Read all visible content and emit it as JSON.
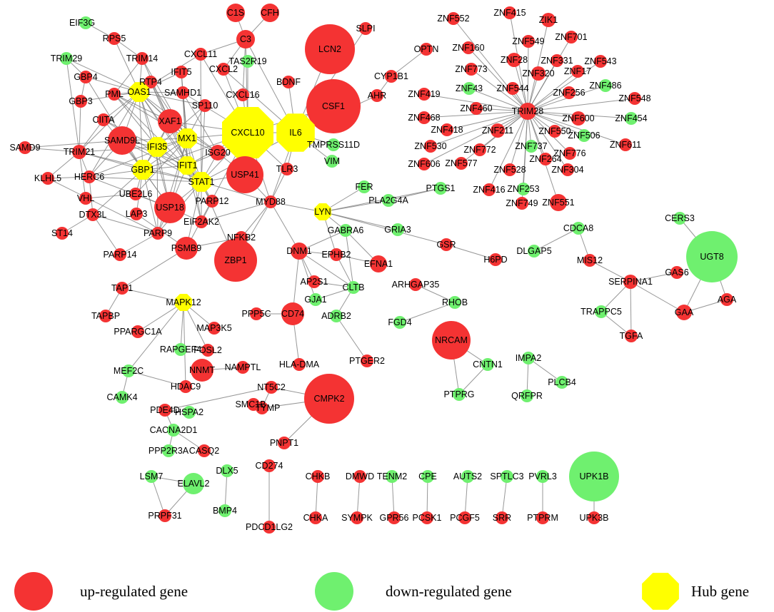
{
  "colors": {
    "up": "#f43333",
    "down": "#6ff06f",
    "hub": "#ffff00",
    "edge": "#7d7d7d"
  },
  "legend": [
    {
      "type": "up",
      "label": "up-regulated gene",
      "shape": "circle"
    },
    {
      "type": "down",
      "label": "down-regulated gene",
      "shape": "circle"
    },
    {
      "type": "hub",
      "label": "Hub gene",
      "shape": "octagon"
    }
  ],
  "nodes": [
    {
      "id": "EIF3G",
      "type": "down"
    },
    {
      "id": "RPS5",
      "type": "up"
    },
    {
      "id": "TRIM29",
      "type": "down"
    },
    {
      "id": "TRIM14",
      "type": "up"
    },
    {
      "id": "GBP4",
      "type": "up"
    },
    {
      "id": "RTP4",
      "type": "up"
    },
    {
      "id": "IFIT5",
      "type": "up"
    },
    {
      "id": "GBP3",
      "type": "up"
    },
    {
      "id": "PML",
      "type": "up"
    },
    {
      "id": "OAS1",
      "type": "hub"
    },
    {
      "id": "CIITA",
      "type": "up"
    },
    {
      "id": "XAF1",
      "type": "up"
    },
    {
      "id": "SAMHD1",
      "type": "up"
    },
    {
      "id": "SP110",
      "type": "up"
    },
    {
      "id": "SAMD9",
      "type": "up"
    },
    {
      "id": "SAMD9L",
      "type": "up"
    },
    {
      "id": "MX1",
      "type": "hub"
    },
    {
      "id": "IFI35",
      "type": "hub"
    },
    {
      "id": "TRIM21",
      "type": "up"
    },
    {
      "id": "ISG20",
      "type": "up"
    },
    {
      "id": "GBP1",
      "type": "hub"
    },
    {
      "id": "IFIT1",
      "type": "hub"
    },
    {
      "id": "KLHL5",
      "type": "up"
    },
    {
      "id": "HERC6",
      "type": "up"
    },
    {
      "id": "STAT1",
      "type": "hub"
    },
    {
      "id": "VHL",
      "type": "up"
    },
    {
      "id": "UBE2L6",
      "type": "up"
    },
    {
      "id": "USP18",
      "type": "up"
    },
    {
      "id": "PARP12",
      "type": "up"
    },
    {
      "id": "DTX3L",
      "type": "up"
    },
    {
      "id": "LAP3",
      "type": "up"
    },
    {
      "id": "EIF2AK2",
      "type": "up"
    },
    {
      "id": "ST14",
      "type": "up"
    },
    {
      "id": "PARP9",
      "type": "up"
    },
    {
      "id": "PARP14",
      "type": "up"
    },
    {
      "id": "PSMB9",
      "type": "up"
    },
    {
      "id": "NFKB2",
      "type": "up"
    },
    {
      "id": "TAP1",
      "type": "up"
    },
    {
      "id": "TAPBP",
      "type": "up"
    },
    {
      "id": "MAPK12",
      "type": "hub"
    },
    {
      "id": "PPARGC1A",
      "type": "up"
    },
    {
      "id": "MAP3K5",
      "type": "up"
    },
    {
      "id": "RAPGEF4",
      "type": "down"
    },
    {
      "id": "FOSL2",
      "type": "up"
    },
    {
      "id": "MEF2C",
      "type": "down"
    },
    {
      "id": "NNMT",
      "type": "up"
    },
    {
      "id": "HDAC9",
      "type": "up"
    },
    {
      "id": "NAMPTL",
      "type": "up"
    },
    {
      "id": "CAMK4",
      "type": "down"
    },
    {
      "id": "PDE4D",
      "type": "up"
    },
    {
      "id": "HSPA2",
      "type": "down"
    },
    {
      "id": "SMC1B",
      "type": "up"
    },
    {
      "id": "TYMP",
      "type": "up"
    },
    {
      "id": "NT5C2",
      "type": "up"
    },
    {
      "id": "CMPK2",
      "type": "up"
    },
    {
      "id": "CACNA2D1",
      "type": "down"
    },
    {
      "id": "PPP2R3A",
      "type": "down"
    },
    {
      "id": "CASQ2",
      "type": "up"
    },
    {
      "id": "PNPT1",
      "type": "up"
    },
    {
      "id": "C1S",
      "type": "up"
    },
    {
      "id": "CFH",
      "type": "up"
    },
    {
      "id": "C3",
      "type": "up"
    },
    {
      "id": "CXCL11",
      "type": "up"
    },
    {
      "id": "TAS2R19",
      "type": "down"
    },
    {
      "id": "CXCL2",
      "type": "up"
    },
    {
      "id": "CXCL16",
      "type": "up"
    },
    {
      "id": "BDNF",
      "type": "up"
    },
    {
      "id": "LCN2",
      "type": "up"
    },
    {
      "id": "SLPI",
      "type": "up"
    },
    {
      "id": "CSF1",
      "type": "up"
    },
    {
      "id": "CXCL10",
      "type": "hub"
    },
    {
      "id": "IL6",
      "type": "hub"
    },
    {
      "id": "TMPRSS11D",
      "type": "down"
    },
    {
      "id": "VIM",
      "type": "down"
    },
    {
      "id": "USP41",
      "type": "up"
    },
    {
      "id": "TLR3",
      "type": "up"
    },
    {
      "id": "MYD88",
      "type": "up"
    },
    {
      "id": "ZBP1",
      "type": "up"
    },
    {
      "id": "CYP1B1",
      "type": "up"
    },
    {
      "id": "AHR",
      "type": "up"
    },
    {
      "id": "OPTN",
      "type": "up"
    },
    {
      "id": "FER",
      "type": "down"
    },
    {
      "id": "PLA2G4A",
      "type": "down"
    },
    {
      "id": "PTGS1",
      "type": "down"
    },
    {
      "id": "LYN",
      "type": "hub"
    },
    {
      "id": "GABRA6",
      "type": "down"
    },
    {
      "id": "GRIA3",
      "type": "down"
    },
    {
      "id": "DNM1",
      "type": "up"
    },
    {
      "id": "EPHB2",
      "type": "up"
    },
    {
      "id": "EFNA1",
      "type": "up"
    },
    {
      "id": "GSR",
      "type": "up"
    },
    {
      "id": "H6PD",
      "type": "up"
    },
    {
      "id": "AP2S1",
      "type": "up"
    },
    {
      "id": "CLTB",
      "type": "down"
    },
    {
      "id": "GJA1",
      "type": "down"
    },
    {
      "id": "ARHGAP35",
      "type": "up"
    },
    {
      "id": "RHOB",
      "type": "down"
    },
    {
      "id": "PPP5C",
      "type": "up"
    },
    {
      "id": "CD74",
      "type": "up"
    },
    {
      "id": "ADRB2",
      "type": "down"
    },
    {
      "id": "FGD4",
      "type": "down"
    },
    {
      "id": "HLA-DMA",
      "type": "up"
    },
    {
      "id": "PTGER2",
      "type": "up"
    },
    {
      "id": "NRCAM",
      "type": "up"
    },
    {
      "id": "CNTN1",
      "type": "down"
    },
    {
      "id": "PTPRG",
      "type": "down"
    },
    {
      "id": "IMPA2",
      "type": "down"
    },
    {
      "id": "PLCB4",
      "type": "down"
    },
    {
      "id": "QRFPR",
      "type": "down"
    },
    {
      "id": "CERS3",
      "type": "down"
    },
    {
      "id": "CDCA8",
      "type": "down"
    },
    {
      "id": "DLGAP5",
      "type": "down"
    },
    {
      "id": "MIS12",
      "type": "up"
    },
    {
      "id": "UGT8",
      "type": "down"
    },
    {
      "id": "GAS6",
      "type": "up"
    },
    {
      "id": "SERPINA1",
      "type": "up"
    },
    {
      "id": "TRAPPC5",
      "type": "down"
    },
    {
      "id": "GAA",
      "type": "up"
    },
    {
      "id": "AGA",
      "type": "up"
    },
    {
      "id": "TGFA",
      "type": "up"
    },
    {
      "id": "ZNF552",
      "type": "up"
    },
    {
      "id": "ZNF415",
      "type": "up"
    },
    {
      "id": "ZIK1",
      "type": "up"
    },
    {
      "id": "ZNF160",
      "type": "up"
    },
    {
      "id": "ZNF549",
      "type": "up"
    },
    {
      "id": "ZNF701",
      "type": "up"
    },
    {
      "id": "ZNF28",
      "type": "up"
    },
    {
      "id": "ZNF331",
      "type": "up"
    },
    {
      "id": "ZNF543",
      "type": "up"
    },
    {
      "id": "ZNF773",
      "type": "up"
    },
    {
      "id": "ZNF320",
      "type": "up"
    },
    {
      "id": "ZNF17",
      "type": "up"
    },
    {
      "id": "ZNF419",
      "type": "up"
    },
    {
      "id": "ZNF43",
      "type": "down"
    },
    {
      "id": "ZNF544",
      "type": "up"
    },
    {
      "id": "ZNF256",
      "type": "up"
    },
    {
      "id": "ZNF486",
      "type": "down"
    },
    {
      "id": "ZNF548",
      "type": "up"
    },
    {
      "id": "ZNF468",
      "type": "up"
    },
    {
      "id": "ZNF460",
      "type": "up"
    },
    {
      "id": "TRIM28",
      "type": "up"
    },
    {
      "id": "ZNF600",
      "type": "up"
    },
    {
      "id": "ZNF454",
      "type": "down"
    },
    {
      "id": "ZNF418",
      "type": "up"
    },
    {
      "id": "ZNF211",
      "type": "up"
    },
    {
      "id": "ZNF550",
      "type": "up"
    },
    {
      "id": "ZNF506",
      "type": "down"
    },
    {
      "id": "ZNF530",
      "type": "up"
    },
    {
      "id": "ZNF772",
      "type": "up"
    },
    {
      "id": "ZNF737",
      "type": "down"
    },
    {
      "id": "ZNF776",
      "type": "up"
    },
    {
      "id": "ZNF611",
      "type": "up"
    },
    {
      "id": "ZNF606",
      "type": "up"
    },
    {
      "id": "ZNF577",
      "type": "up"
    },
    {
      "id": "ZNF264",
      "type": "up"
    },
    {
      "id": "ZNF528",
      "type": "up"
    },
    {
      "id": "ZNF304",
      "type": "up"
    },
    {
      "id": "ZNF416",
      "type": "up"
    },
    {
      "id": "ZNF253",
      "type": "down"
    },
    {
      "id": "ZNF749",
      "type": "up"
    },
    {
      "id": "ZNF551",
      "type": "up"
    },
    {
      "id": "LSM7",
      "type": "down"
    },
    {
      "id": "ELAVL2",
      "type": "down"
    },
    {
      "id": "PRPF31",
      "type": "up"
    },
    {
      "id": "DLX5",
      "type": "down"
    },
    {
      "id": "BMP4",
      "type": "down"
    },
    {
      "id": "CD274",
      "type": "up"
    },
    {
      "id": "PDCD1LG2",
      "type": "up"
    },
    {
      "id": "CHKB",
      "type": "up"
    },
    {
      "id": "CHKA",
      "type": "up"
    },
    {
      "id": "DMWD",
      "type": "up"
    },
    {
      "id": "SYMPK",
      "type": "up"
    },
    {
      "id": "TENM2",
      "type": "down"
    },
    {
      "id": "GPR56",
      "type": "up"
    },
    {
      "id": "CPE",
      "type": "down"
    },
    {
      "id": "PCSK1",
      "type": "up"
    },
    {
      "id": "AUTS2",
      "type": "down"
    },
    {
      "id": "PCGF5",
      "type": "up"
    },
    {
      "id": "SPTLC3",
      "type": "down"
    },
    {
      "id": "SRR",
      "type": "up"
    },
    {
      "id": "PVRL3",
      "type": "down"
    },
    {
      "id": "PTPRM",
      "type": "up"
    },
    {
      "id": "UPK1B",
      "type": "down"
    },
    {
      "id": "UPK3B",
      "type": "up"
    }
  ]
}
